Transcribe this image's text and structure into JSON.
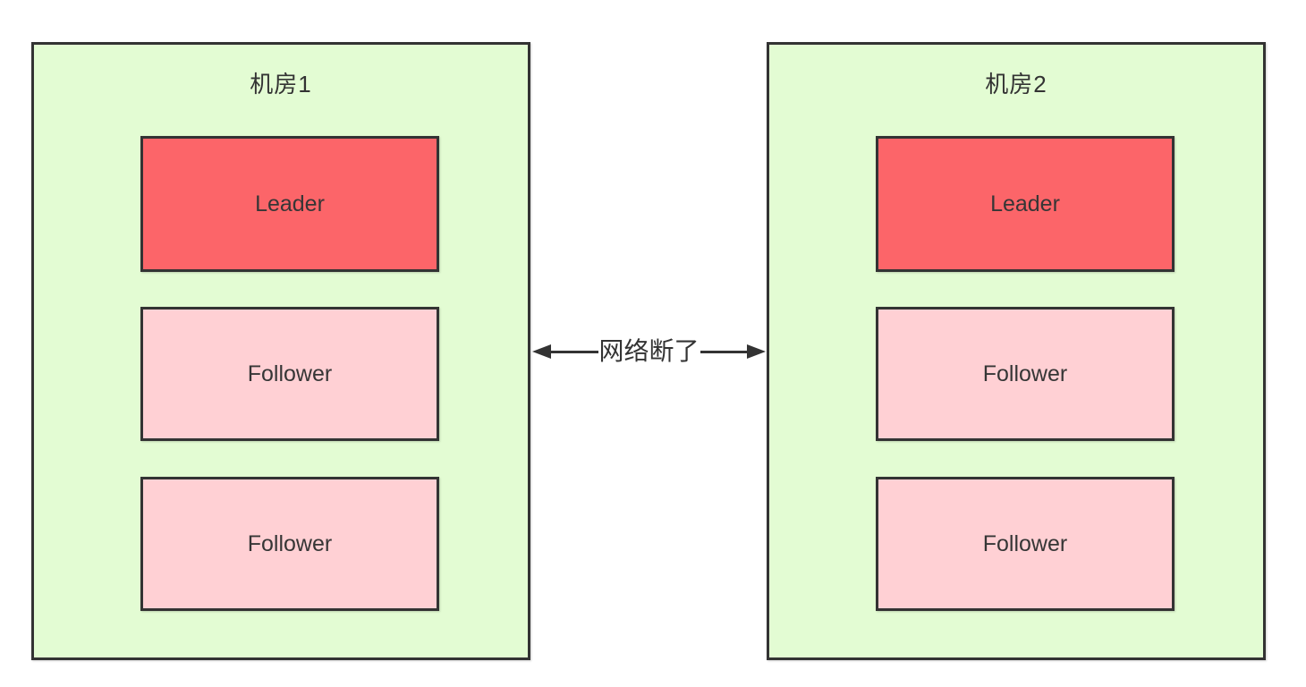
{
  "diagram": {
    "title_hint": "Two data centers split by a network partition, each with its own leader",
    "datacenter1": {
      "title": "机房1",
      "nodes": [
        {
          "label": "Leader",
          "role": "leader"
        },
        {
          "label": "Follower",
          "role": "follower"
        },
        {
          "label": "Follower",
          "role": "follower"
        }
      ]
    },
    "datacenter2": {
      "title": "机房2",
      "nodes": [
        {
          "label": "Leader",
          "role": "leader"
        },
        {
          "label": "Follower",
          "role": "follower"
        },
        {
          "label": "Follower",
          "role": "follower"
        }
      ]
    },
    "link": {
      "label": "网络断了",
      "style": "double-headed-arrow"
    },
    "colors": {
      "canvas_background": "#ffffff",
      "datacenter_fill": "#e3fcd3",
      "leader_fill": "#fc6569",
      "follower_fill": "#ffd0d4",
      "border": "#333333",
      "text": "#333333"
    }
  }
}
